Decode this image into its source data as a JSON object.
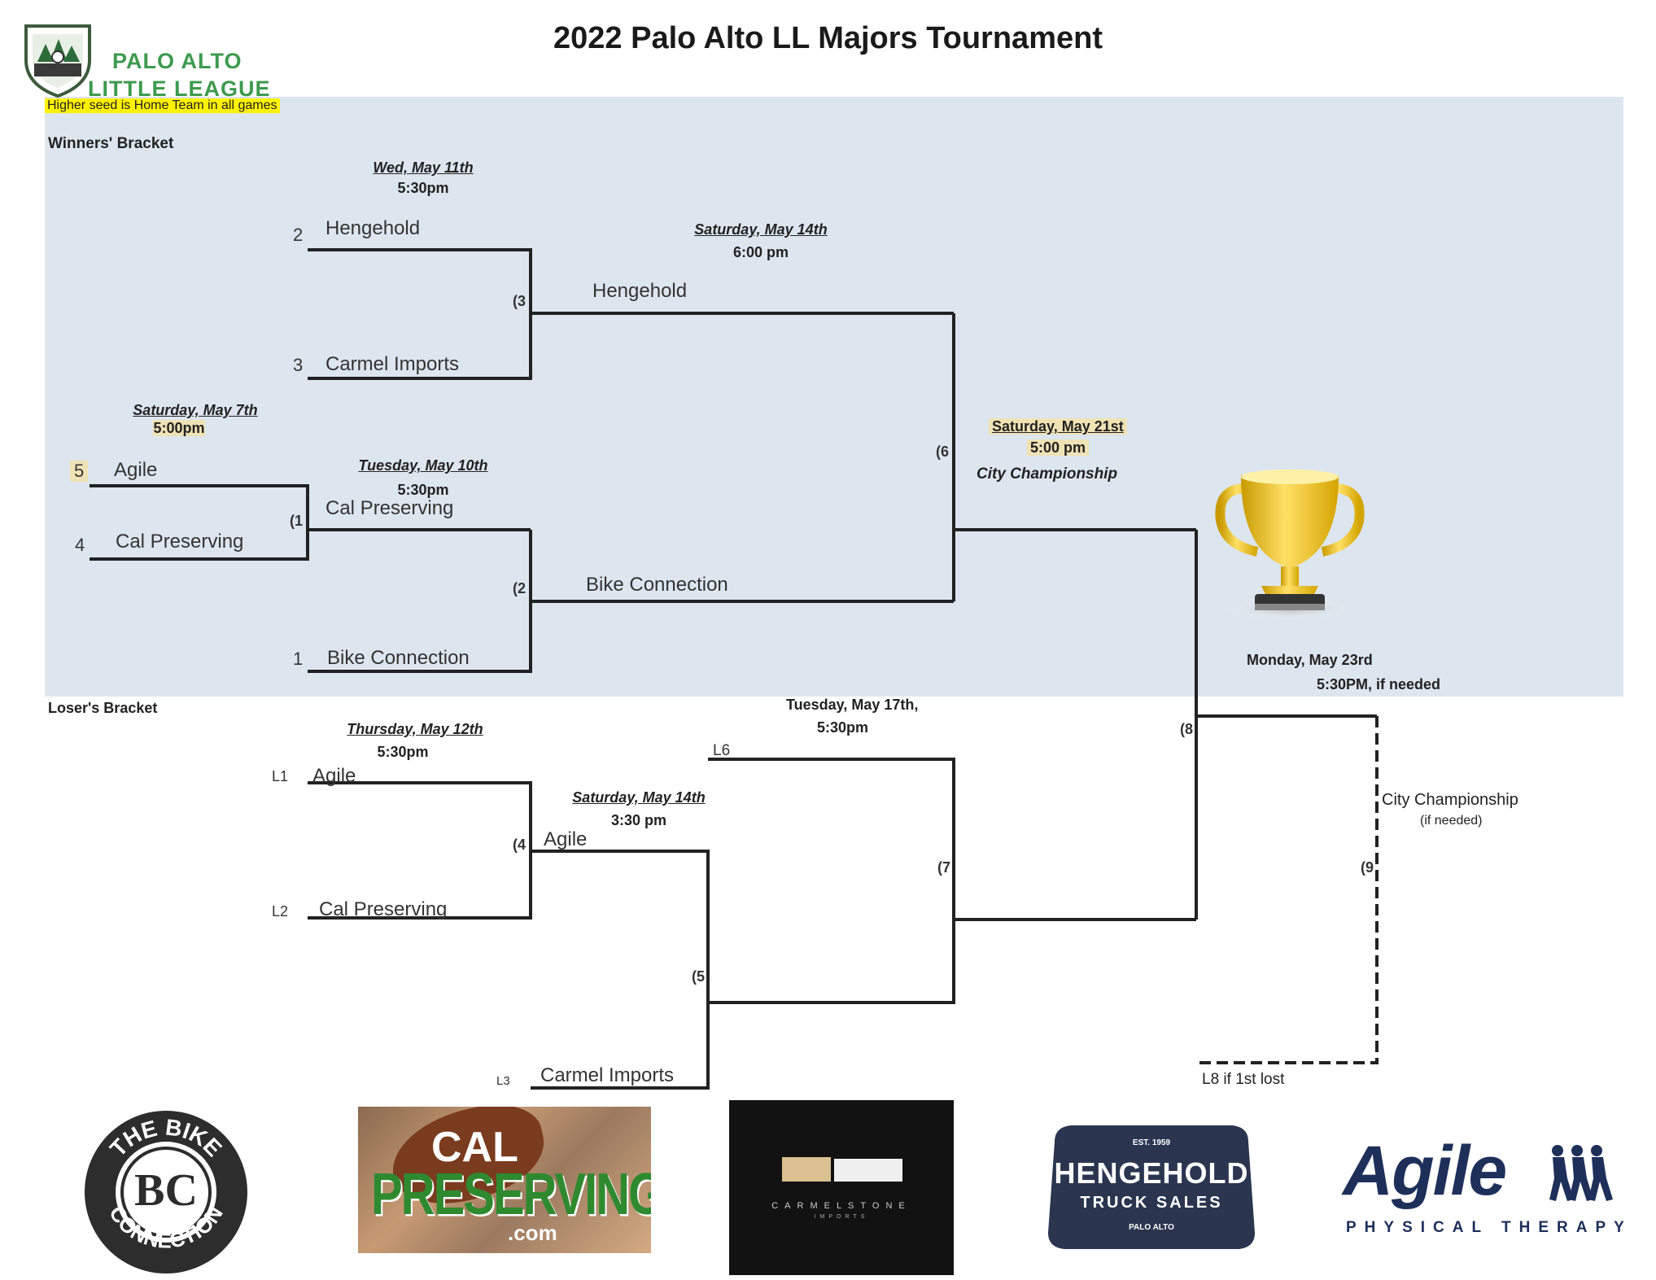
{
  "title": "2022 Palo Alto LL Majors Tournament",
  "league": {
    "line1": "PALO ALTO",
    "line2": "LITTLE LEAGUE"
  },
  "note": "Higher seed is Home Team in all games",
  "colors": {
    "panel": "#dde6ef",
    "highlight_yellow": "#fff200",
    "highlight_tan": "#efe2b4",
    "league_green": "#3d9a4f",
    "bracket_line": "#222222"
  },
  "winners": {
    "label": "Winners' Bracket",
    "round1": {
      "date": "Saturday, May 7th",
      "time": "5:00pm",
      "seed_a": "5",
      "team_a": "Agile",
      "seed_b": "4",
      "team_b": "Cal Preserving",
      "game": "(1"
    },
    "game3": {
      "date": "Wed, May 11th",
      "time": "5:30pm",
      "seed_a": "2",
      "team_a": "Hengehold",
      "seed_b": "3",
      "team_b": "Carmel Imports",
      "game": "(3"
    },
    "game2": {
      "date": "Tuesday, May 10th",
      "time": "5:30pm",
      "team_a": "Cal Preserving",
      "seed_b": "1",
      "team_b": "Bike Connection",
      "game": "(2"
    },
    "game6": {
      "date": "Saturday, May 14th",
      "time": "6:00 pm",
      "team_a": "Hengehold",
      "team_b": "Bike Connection",
      "game": "(6"
    },
    "final": {
      "date": "Saturday, May 21st",
      "time": "5:00 pm",
      "label": "City Championship"
    },
    "ifneeded": {
      "date": "Monday, May 23rd",
      "time": "5:30PM, if needed"
    }
  },
  "losers": {
    "label": "Loser's Bracket",
    "game4": {
      "date": "Thursday, May 12th",
      "time": "5:30pm",
      "seed_a": "L1",
      "team_a": "Agile",
      "seed_b": "L2",
      "team_b": "Cal Preserving",
      "game": "(4"
    },
    "game5": {
      "date": "Saturday, May 14th",
      "time": "3:30 pm",
      "team_a": "Agile",
      "seed_b": "L3",
      "team_b": "Carmel Imports",
      "game": "(5"
    },
    "game7": {
      "date": "Tuesday, May 17th,",
      "time": "5:30pm",
      "seed_a": "L6",
      "game": "(7"
    },
    "game8": {
      "game": "(8"
    },
    "game9": {
      "game": "(9",
      "label": "City Championship",
      "sub": "(if needed)",
      "bottom": "L8 if 1st lost"
    }
  },
  "sponsors": {
    "bike": {
      "text_top": "THE BIKE",
      "text_bottom": "CONNECTION",
      "mono": "BC"
    },
    "cal": {
      "line1": "CAL",
      "line2": "PRESERVING",
      "line3": ".com"
    },
    "carmel": {
      "line1": "CARMELSTONE",
      "line2": "IMPORTS"
    },
    "hengehold": {
      "est": "EST. 1959",
      "line1": "HENGEHOLD",
      "line2": "TRUCK SALES",
      "line3": "PALO ALTO"
    },
    "agile": {
      "line1": "Agile",
      "line2": "PHYSICAL THERAPY"
    }
  }
}
